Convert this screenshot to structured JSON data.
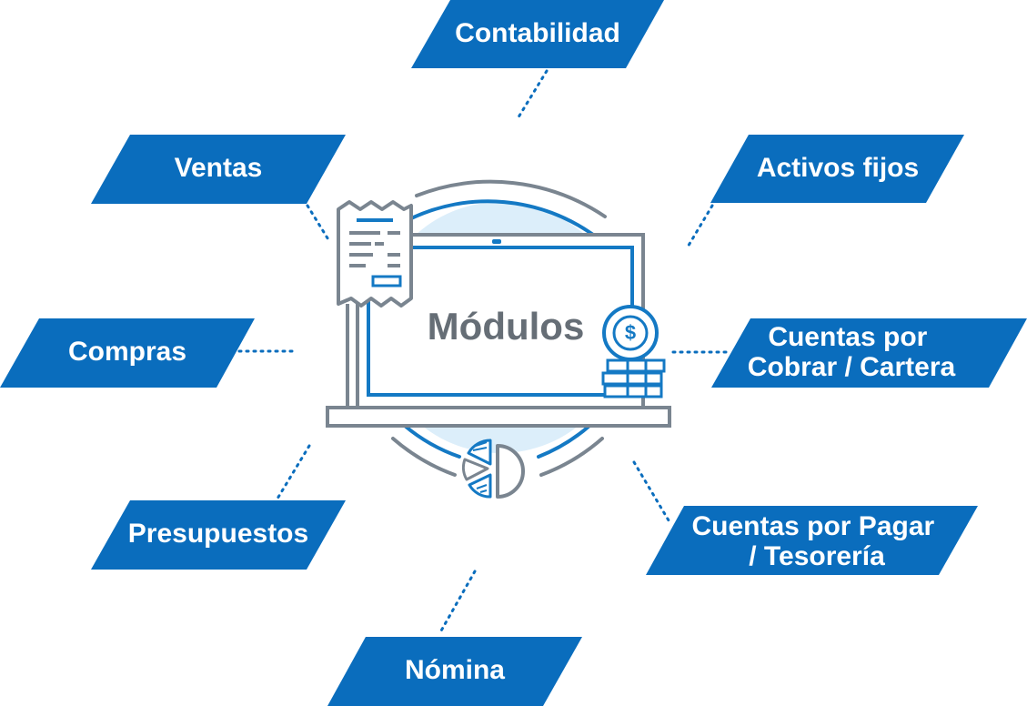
{
  "center": {
    "title": "Módulos"
  },
  "modules": {
    "contabilidad": [
      "Contabilidad"
    ],
    "ventas": [
      "Ventas"
    ],
    "activos": [
      "Activos fijos"
    ],
    "compras": [
      "Compras"
    ],
    "cobrar": [
      "Cuentas por",
      "Cobrar / Cartera"
    ],
    "presupuestos": [
      "Presupuestos"
    ],
    "pagar": [
      "Cuentas por Pagar",
      "/ Tesorería"
    ],
    "nomina": [
      "Nómina"
    ]
  },
  "icons": {
    "coin_symbol": "$"
  },
  "colors": {
    "banner": "#0a6dbd",
    "banner_text": "#ffffff",
    "connector": "#0a6dbd",
    "outline_gray": "#7a8590",
    "outline_blue": "#1479c4",
    "glow": "#dceefa",
    "title": "#666e76"
  }
}
